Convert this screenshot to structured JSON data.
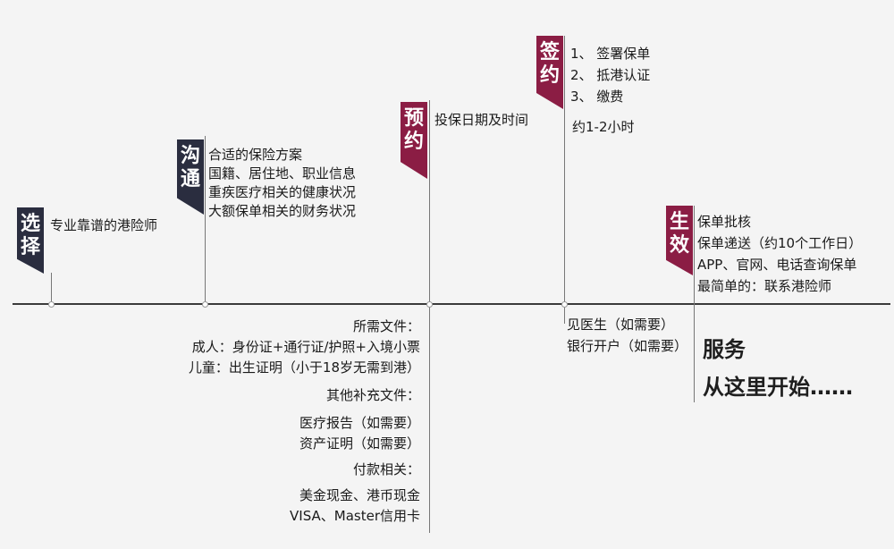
{
  "stages": {
    "select": {
      "flag": [
        "选",
        "择"
      ],
      "lines": [
        "专业靠谱的港险师"
      ]
    },
    "communicate": {
      "flag": [
        "沟",
        "通"
      ],
      "lines": [
        "合适的保险方案",
        "国籍、居住地、职业信息",
        "重疾医疗相关的健康状况",
        "大额保单相关的财务状况"
      ]
    },
    "appointment": {
      "flag": [
        "预",
        "约"
      ],
      "lines": [
        "投保日期及时间"
      ]
    },
    "sign": {
      "flag": [
        "签",
        "约"
      ],
      "lines": [
        "1、 签署保单",
        "2、 抵港认证",
        "3、 缴费"
      ],
      "duration": "约1-2小时"
    },
    "effective": {
      "flag": [
        "生",
        "效"
      ],
      "lines": [
        "保单批核",
        "保单递送（约10个工作日）",
        "APP、官网、电话查询保单",
        "最简单的：联系港险师"
      ]
    }
  },
  "documents": {
    "required_title": "所需文件：",
    "adult": "成人：身份证+通行证/护照+入境小票",
    "child": "儿童：出生证明（小于18岁无需到港）",
    "other_title": "其他补充文件：",
    "medical": "医疗报告（如需要）",
    "asset": "资产证明（如需要）",
    "payment_title": "付款相关：",
    "cash": "美金现金、港币现金",
    "card": "VISA、Master信用卡"
  },
  "sign_notes": [
    "见医生（如需要）",
    "银行开户（如需要）"
  ],
  "tagline": [
    "服务",
    "从这里开始……"
  ],
  "colors": {
    "dark_flag": "#2a2d3f",
    "red_flag": "#8b1d44",
    "background": "#f4f4f4"
  }
}
